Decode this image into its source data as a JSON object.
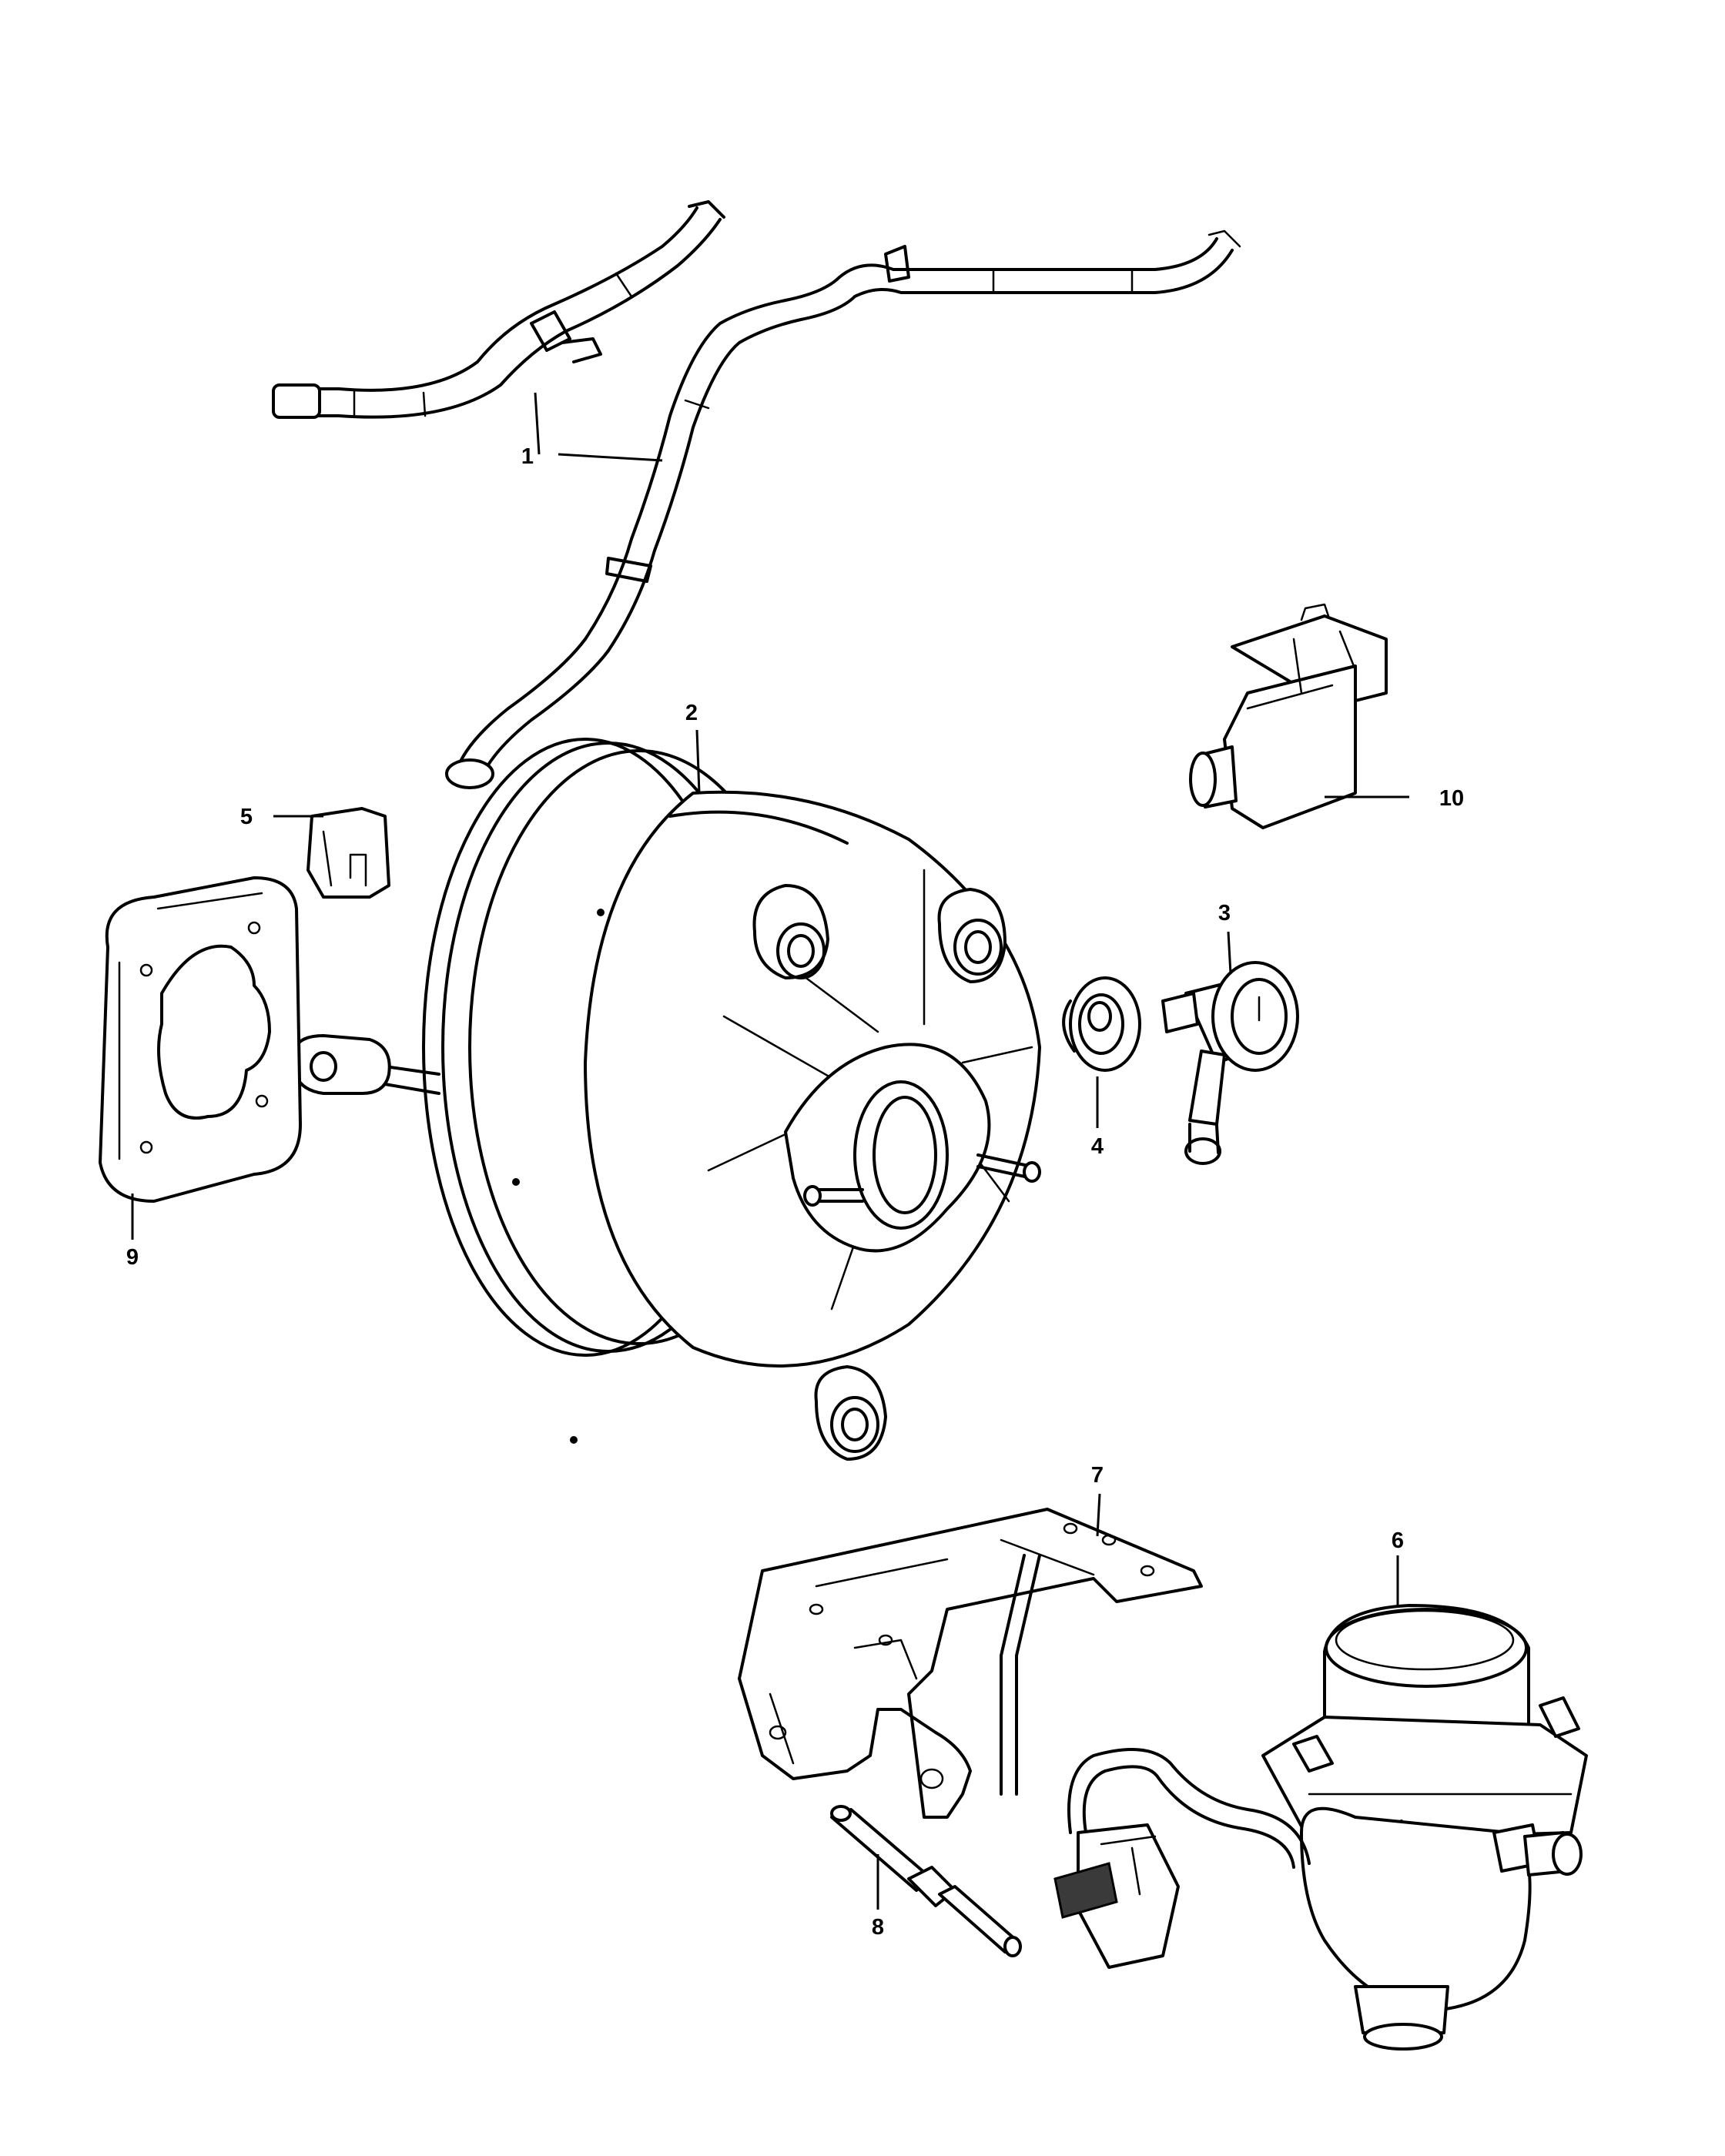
{
  "callouts": {
    "c1": "1",
    "c2": "2",
    "c3": "3",
    "c4": "4",
    "c5": "5",
    "c6": "6",
    "c7": "7",
    "c8": "8",
    "c9": "9",
    "c10": "10"
  },
  "colors": {
    "line": "#000000",
    "background": "#ffffff",
    "connector_dark": "#3a3a3a"
  }
}
